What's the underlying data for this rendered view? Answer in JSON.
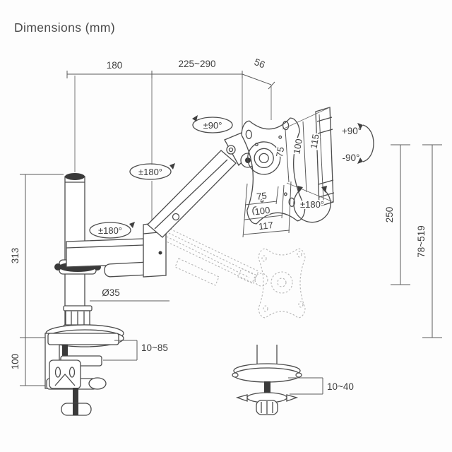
{
  "title": "Dimensions (mm)",
  "dims": {
    "arm_reach": "180",
    "arm_extension": "225~290",
    "head_depth": "56",
    "pole_height": "313",
    "base_height": "100",
    "pole_diameter": "Ø35",
    "clamp_range": "10~85",
    "grommet_range": "10~40",
    "lift_travel": "250",
    "height_range": "78~519",
    "vesa_vertical": [
      "75",
      "100",
      "115"
    ],
    "vesa_horizontal": [
      "75",
      "100",
      "117"
    ]
  },
  "rotations": {
    "head_swivel": "±90°",
    "arm_swivel": "±180°",
    "pole_swivel": "±180°",
    "vesa_rotate": "±180°",
    "tilt_up": "+90°",
    "tilt_down": "-90°"
  }
}
